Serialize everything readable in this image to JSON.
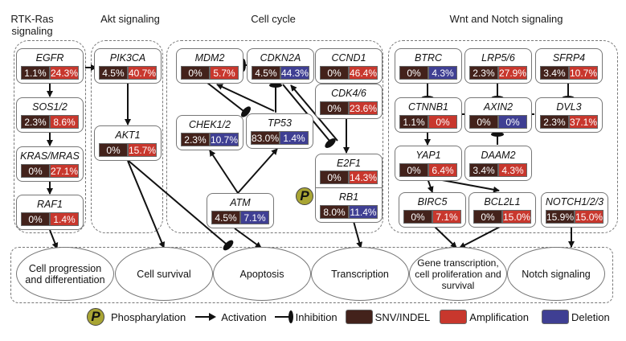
{
  "titles": {
    "rtk": "RTK-Ras\nsignaling",
    "akt": "Akt signaling",
    "cellcycle": "Cell cycle",
    "wnt": "Wnt and Notch signaling"
  },
  "genes": {
    "EGFR": {
      "name": "EGFR",
      "v1": "1.1%",
      "v2": "24.3%",
      "type2": "amp"
    },
    "SOS": {
      "name": "SOS1/2",
      "v1": "2.3%",
      "v2": "8.6%",
      "type2": "amp"
    },
    "KRAS": {
      "name": "KRAS/MRAS",
      "v1": "0%",
      "v2": "27.1%",
      "type2": "amp"
    },
    "RAF1": {
      "name": "RAF1",
      "v1": "0%",
      "v2": "1.4%",
      "type2": "amp"
    },
    "PIK3CA": {
      "name": "PIK3CA",
      "v1": "4.5%",
      "v2": "40.7%",
      "type2": "amp"
    },
    "AKT1": {
      "name": "AKT1",
      "v1": "0%",
      "v2": "15.7%",
      "type2": "amp"
    },
    "MDM2": {
      "name": "MDM2",
      "v1": "0%",
      "v2": "5.7%",
      "type2": "amp"
    },
    "CDKN2A": {
      "name": "CDKN2A",
      "v1": "4.5%",
      "v2": "44.3%",
      "type2": "del"
    },
    "CCND1": {
      "name": "CCND1",
      "v1": "0%",
      "v2": "46.4%",
      "type2": "amp"
    },
    "CDK46": {
      "name": "CDK4/6",
      "v1": "0%",
      "v2": "23.6%",
      "type2": "amp"
    },
    "CHEK": {
      "name": "CHEK1/2",
      "v1": "2.3%",
      "v2": "10.7%",
      "type2": "del"
    },
    "TP53": {
      "name": "TP53",
      "v1": "83.0%",
      "v2": "1.4%",
      "type2": "del"
    },
    "E2F1": {
      "name": "E2F1",
      "v1": "0%",
      "v2": "14.3%",
      "type2": "amp"
    },
    "RB1": {
      "name": "RB1",
      "v1": "8.0%",
      "v2": "11.4%",
      "type2": "del"
    },
    "ATM": {
      "name": "ATM",
      "v1": "4.5%",
      "v2": "7.1%",
      "type2": "del"
    },
    "BTRC": {
      "name": "BTRC",
      "v1": "0%",
      "v2": "4.3%",
      "type2": "del"
    },
    "LRP": {
      "name": "LRP5/6",
      "v1": "2.3%",
      "v2": "27.9%",
      "type2": "amp"
    },
    "SFRP4": {
      "name": "SFRP4",
      "v1": "3.4%",
      "v2": "10.7%",
      "type2": "amp"
    },
    "CTNNB1": {
      "name": "CTNNB1",
      "v1": "1.1%",
      "v2": "0%",
      "type2": "amp"
    },
    "AXIN2": {
      "name": "AXIN2",
      "v1": "0%",
      "v2": "0%",
      "type2": "del"
    },
    "DVL3": {
      "name": "DVL3",
      "v1": "2.3%",
      "v2": "37.1%",
      "type2": "amp"
    },
    "YAP1": {
      "name": "YAP1",
      "v1": "0%",
      "v2": "6.4%",
      "type2": "amp"
    },
    "DAAM2": {
      "name": "DAAM2",
      "v1": "3.4%",
      "v2": "4.3%",
      "type2": "amp"
    },
    "BIRC5": {
      "name": "BIRC5",
      "v1": "0%",
      "v2": "7.1%",
      "type2": "amp"
    },
    "BCL2L1": {
      "name": "BCL2L1",
      "v1": "0%",
      "v2": "15.0%",
      "type2": "amp"
    },
    "NOTCH": {
      "name": "NOTCH1/2/3",
      "v1": "15.9%",
      "v2": "15.0%",
      "type2": "amp"
    }
  },
  "outcomes": {
    "prog": "Cell progression\nand differentiation",
    "surv": "Cell survival",
    "apop": "Apoptosis",
    "trans": "Transcription",
    "gene": "Gene transcription,\ncell proliferation and\nsurvival",
    "notch": "Notch signaling"
  },
  "legend": {
    "p_symbol": "P",
    "phos": "Phospharylation",
    "act": "Activation",
    "inh": "Inhibition",
    "snv": "SNV/INDEL",
    "amp": "Amplification",
    "del": "Deletion"
  },
  "colors": {
    "snv": "#43221b",
    "amp": "#c8372d",
    "del": "#3f3f93",
    "phospho": "#a9a534"
  }
}
